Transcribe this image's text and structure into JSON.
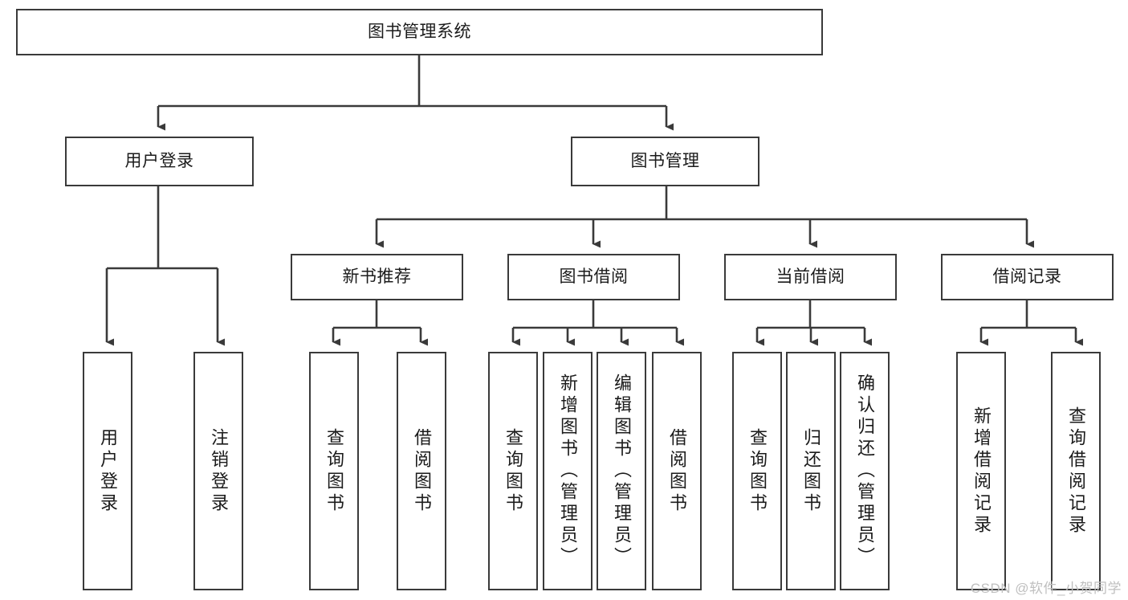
{
  "diagram": {
    "title": "图书管理系统",
    "type": "tree",
    "watermark": "CSDN @软件_小贺同学",
    "colors": {
      "box_border": "#3a3a3a",
      "box_fill": "#ffffff",
      "connector": "#3a3a3a",
      "text": "#1b1b1b",
      "watermark": "#bfbfbf"
    },
    "nodes": {
      "root": {
        "label": "图书管理系统",
        "orientation": "horizontal"
      },
      "level2": [
        {
          "id": "user-login",
          "label": "用户登录",
          "orientation": "horizontal"
        },
        {
          "id": "book-management",
          "label": "图书管理",
          "orientation": "horizontal"
        }
      ],
      "level3": [
        {
          "id": "new-book-recommend",
          "label": "新书推荐",
          "orientation": "horizontal"
        },
        {
          "id": "book-borrow",
          "label": "图书借阅",
          "orientation": "horizontal"
        },
        {
          "id": "current-borrow",
          "label": "当前借阅",
          "orientation": "horizontal"
        },
        {
          "id": "borrow-record",
          "label": "借阅记录",
          "orientation": "horizontal"
        }
      ],
      "leaves": [
        {
          "id": "leaf-user-login",
          "label": "用户登录",
          "parent": "user-login",
          "orientation": "vertical"
        },
        {
          "id": "leaf-logout-login",
          "label": "注销登录",
          "parent": "user-login",
          "orientation": "vertical"
        },
        {
          "id": "leaf-query-book-1",
          "label": "查询图书",
          "parent": "new-book-recommend",
          "orientation": "vertical"
        },
        {
          "id": "leaf-borrow-book-1",
          "label": "借阅图书",
          "parent": "new-book-recommend",
          "orientation": "vertical"
        },
        {
          "id": "leaf-query-book-2",
          "label": "查询图书",
          "parent": "book-borrow",
          "orientation": "vertical"
        },
        {
          "id": "leaf-add-book",
          "label": "新增图书（管理员）",
          "parent": "book-borrow",
          "orientation": "vertical"
        },
        {
          "id": "leaf-edit-book",
          "label": "编辑图书（管理员）",
          "parent": "book-borrow",
          "orientation": "vertical"
        },
        {
          "id": "leaf-borrow-book-2",
          "label": "借阅图书",
          "parent": "book-borrow",
          "orientation": "vertical"
        },
        {
          "id": "leaf-query-book-3",
          "label": "查询图书",
          "parent": "current-borrow",
          "orientation": "vertical"
        },
        {
          "id": "leaf-return-book",
          "label": "归还图书",
          "parent": "current-borrow",
          "orientation": "vertical"
        },
        {
          "id": "leaf-confirm-return",
          "label": "确认归还（管理员）",
          "parent": "current-borrow",
          "orientation": "vertical"
        },
        {
          "id": "leaf-add-record",
          "label": "新增借阅记录",
          "parent": "borrow-record",
          "orientation": "vertical"
        },
        {
          "id": "leaf-query-record",
          "label": "查询借阅记录",
          "parent": "borrow-record",
          "orientation": "vertical"
        }
      ]
    }
  }
}
